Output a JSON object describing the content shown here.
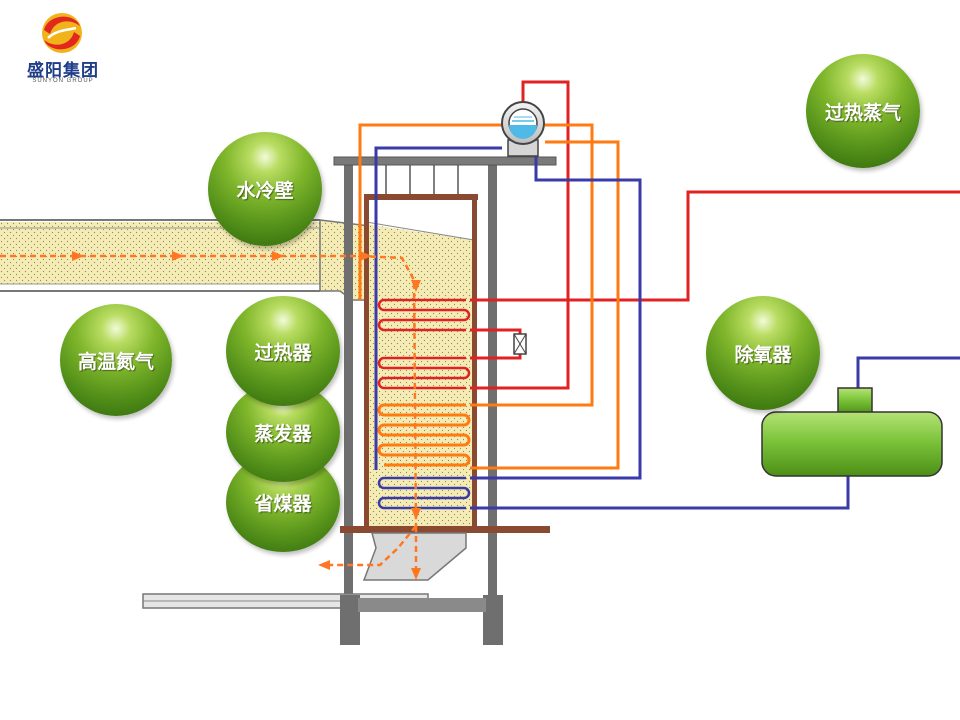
{
  "logo": {
    "name_cn": "盛阳集团",
    "name_en": "SUNYON GROUP",
    "colors": {
      "red": "#e0281e",
      "gold": "#f2b21a",
      "text": "#1f3e8a"
    }
  },
  "labels": {
    "water_wall": "水冷壁",
    "flue_gas": "高温氮气",
    "superheater": "过热器",
    "evaporator": "蒸发器",
    "economizer": "省煤器",
    "deaerator": "除氧器",
    "superheated_steam": "过热蒸气"
  },
  "colors": {
    "steam_line": "#e02222",
    "feedwater_line": "#ff7a10",
    "water_line": "#3a3aa8",
    "gas_fill": "#f5ebb4",
    "gas_arrow": "#ff7722",
    "structure": "#6f6f6f",
    "header_beam": "#8a4a32",
    "deaerator_fill": "#7cc43a",
    "bubble_green": "#5a9a1e"
  }
}
